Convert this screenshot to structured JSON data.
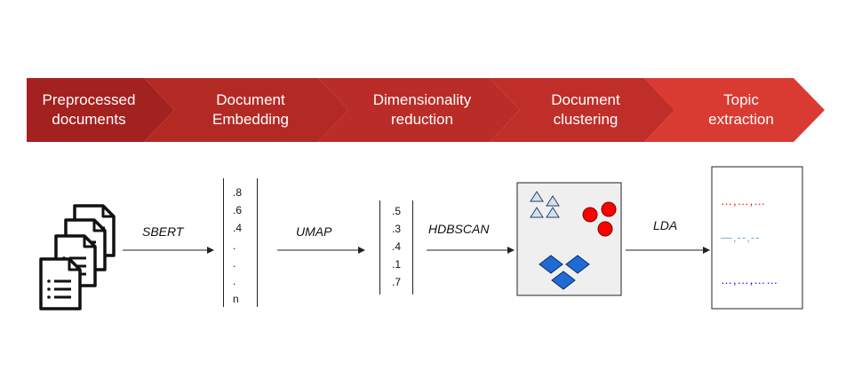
{
  "pipeline_steps": [
    {
      "label": "Preprocessed\ndocuments",
      "color": "#a3211f"
    },
    {
      "label": "Document\nEmbedding",
      "color": "#b32a25"
    },
    {
      "label": "Dimensionality\nreduction",
      "color": "#b92c27"
    },
    {
      "label": "Document\nclustering",
      "color": "#bf2e29"
    },
    {
      "label": "Topic\nextraction",
      "color": "#d93a31"
    }
  ],
  "methods": {
    "embedding": "SBERT",
    "reduction": "UMAP",
    "clustering": "HDBSCAN",
    "topics": "LDA"
  },
  "embedding_vector": [
    ".8",
    ".6",
    ".4",
    ".",
    ".",
    ".",
    "n"
  ],
  "reduced_vector": [
    ".5",
    ".3",
    ".4",
    ".1",
    ".7"
  ],
  "clusters": {
    "triangle_color": "#cfe2f3",
    "circle_color": "#ff0000",
    "diamond_color": "#1f6bd6",
    "box_background": "#efefef"
  },
  "topic_lines": [
    {
      "text": "…,…,…",
      "color": "#ff0000"
    },
    {
      "text": "—,--,--",
      "color": "#6fa8dc"
    },
    {
      "text": "…,…,……",
      "color": "#0000ff"
    }
  ]
}
